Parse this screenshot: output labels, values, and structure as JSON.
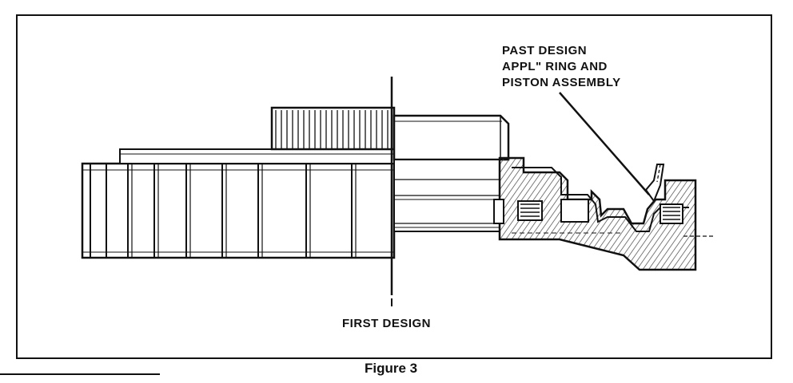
{
  "diagram": {
    "callouts": {
      "past_design_lines": [
        "PAST DESIGN",
        "APPL\" RING AND",
        "PISTON ASSEMBLY"
      ],
      "first_design": "FIRST DESIGN"
    },
    "caption": "Figure 3"
  },
  "colors": {
    "ink": "#111111",
    "paper": "#ffffff",
    "section_hatch": "#444444"
  }
}
